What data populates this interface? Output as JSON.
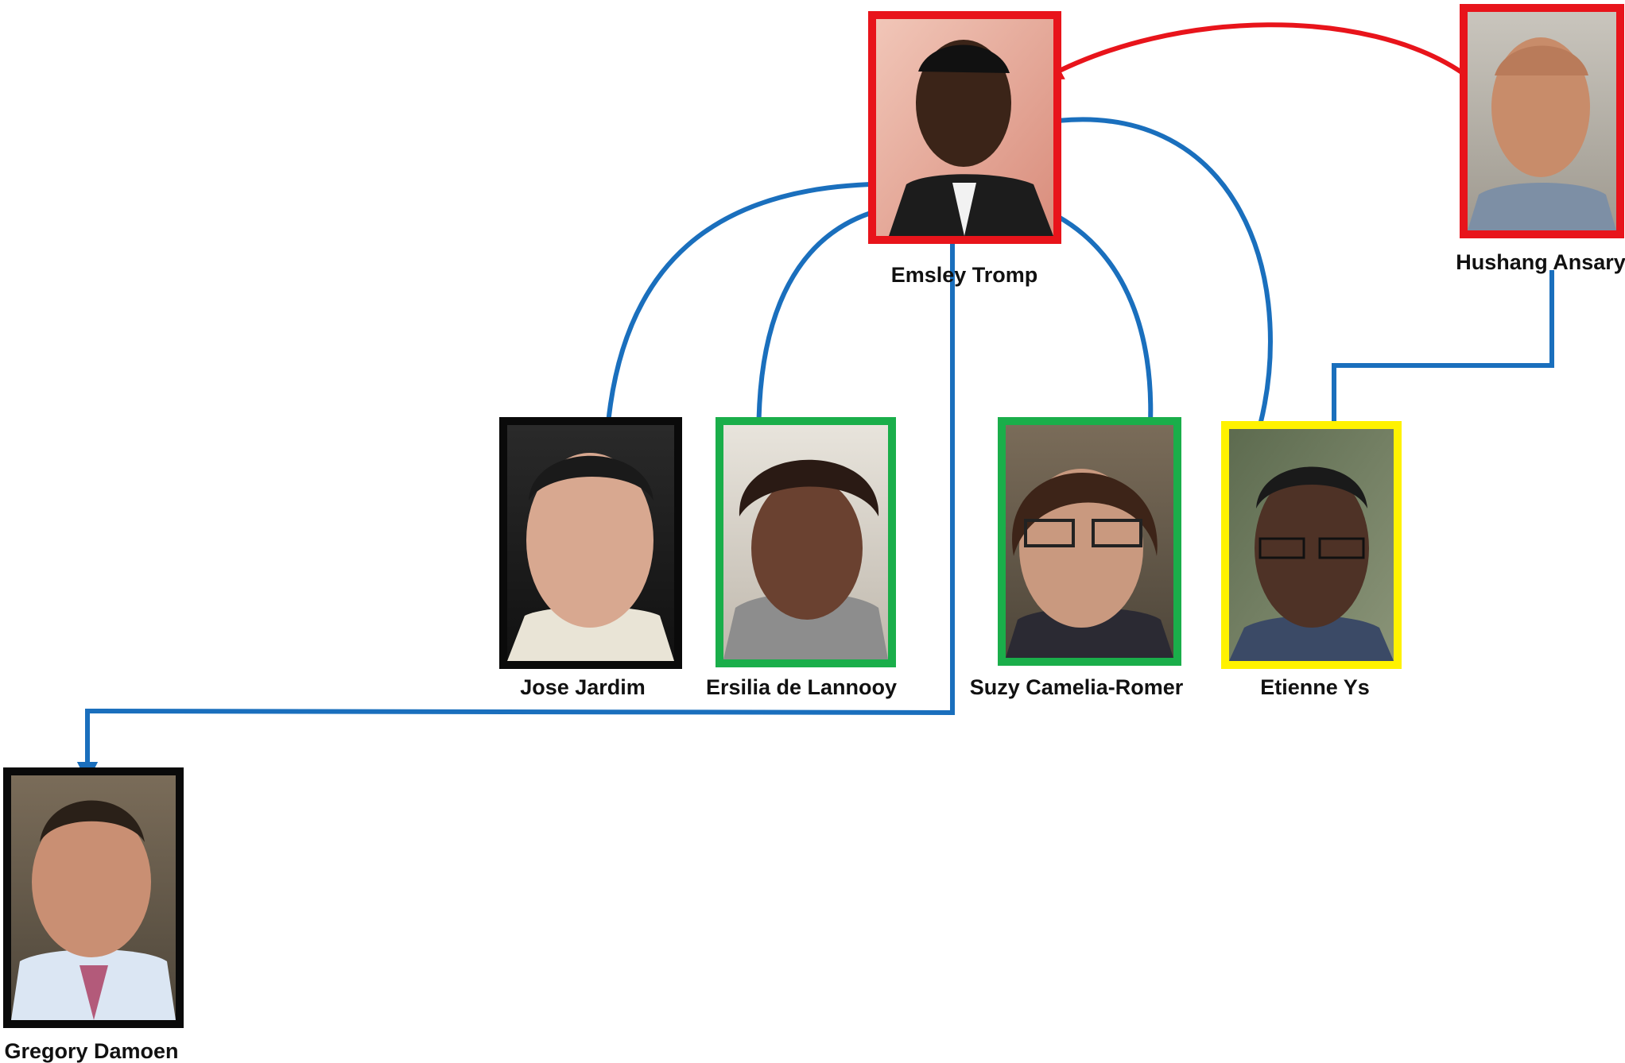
{
  "colors": {
    "edge_blue": "#1a6fbd",
    "edge_red": "#e8141b",
    "frame_red": "#e8141b",
    "frame_green": "#1aae4a",
    "frame_yellow": "#fff200",
    "frame_black": "#0a0a0a"
  },
  "people": {
    "emsley_tromp": {
      "name": "Emsley Tromp",
      "frame": "red",
      "photo": "portrait-photo"
    },
    "hushang_ansary": {
      "name": "Hushang Ansary",
      "frame": "red",
      "photo": "portrait-photo"
    },
    "jose_jardim": {
      "name": "Jose Jardim",
      "frame": "black",
      "photo": "portrait-photo"
    },
    "ersilia_de_lannooy": {
      "name": "Ersilia de Lannooy",
      "frame": "green",
      "photo": "portrait-photo"
    },
    "suzy_camelia_romer": {
      "name": "Suzy Camelia-Romer",
      "frame": "green",
      "photo": "portrait-photo"
    },
    "etienne_ys": {
      "name": "Etienne Ys",
      "frame": "yellow",
      "photo": "portrait-photo"
    },
    "gregory_damoen": {
      "name": "Gregory Damoen",
      "frame": "black",
      "photo": "portrait-photo"
    }
  },
  "connections": [
    {
      "from": "Hushang Ansary",
      "to": "Emsley Tromp",
      "color": "red"
    },
    {
      "from": "Emsley Tromp",
      "to": "Jose Jardim",
      "color": "blue"
    },
    {
      "from": "Emsley Tromp",
      "to": "Ersilia de Lannooy",
      "color": "blue"
    },
    {
      "from": "Emsley Tromp",
      "to": "Suzy Camelia-Romer",
      "color": "blue"
    },
    {
      "from": "Emsley Tromp",
      "to": "Etienne Ys",
      "color": "blue"
    },
    {
      "from": "Hushang Ansary",
      "to": "Etienne Ys",
      "color": "blue"
    },
    {
      "from": "Emsley Tromp",
      "to": "Gregory Damoen",
      "color": "blue"
    }
  ]
}
